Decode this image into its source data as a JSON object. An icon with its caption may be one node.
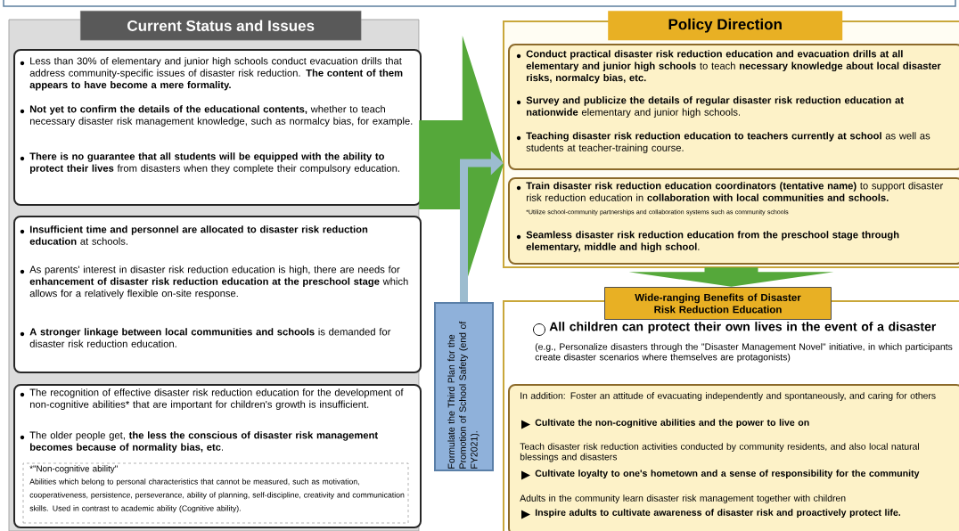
{
  "diagram": {
    "nodes": [
      {
        "text": [
          "Current Status and Issues"
        ]
      },
      {
        "text": [
          "Less than 30% of elementary and junior high schools conduct evacuation drills that address community-specific issues of disaster risk reduction. **The content of them appears to have become a mere formality.**",
          "**Not yet to confirm the details of the educational contents,** whether to teach necessary disaster risk management knowledge, such as normalcy bias, for example.",
          "**There is no guarantee that all students will be equipped with the ability to protect their lives** from disasters when they complete their compulsory education."
        ],
        "in": 0
      },
      {
        "text": [
          "**Insufficient time and personnel are allocated to disaster risk reduction education** at schools.",
          "As parents' interest in disaster risk reduction education is high, there are needs for **enhancement of disaster risk reduction education at the preschool stage** which allows for a relatively flexible on-site response.",
          "**A stronger linkage between local communities and schools** is demanded for disaster risk reduction education."
        ],
        "in": 0
      },
      {
        "text": [
          "The recognition of effective disaster risk reduction education for the development of non-cognitive abilities* that are important for children's growth is insufficient.",
          "The older people get, **the less the conscious of disaster risk management becomes because of normality bias, etc**."
        ],
        "in": 0
      },
      {
        "text": [
          "*\"Non-cognitive ability\"",
          "Abilities which belong to personal characteristics that cannot be measured, such as motivation, cooperativeness, persistence, perseverance, ability of planning, self-discipline, creativity and communication skills. Used in contrast to academic ability (Cognitive ability)."
        ],
        "in": 3
      },
      {
        "text": [
          "Policy Direction"
        ]
      },
      {
        "text": [
          "**Conduct practical disaster risk reduction education and evacuation drills at all elementary and junior high schools** to teach **necessary knowledge about local disaster risks, normalcy bias, etc.**",
          "**Survey and publicize the details of regular disaster risk reduction education at nationwide** elementary and junior high schools.",
          "**Teaching disaster risk reduction education to teachers currently at school** as well as students at teacher-training course."
        ],
        "in": 5
      },
      {
        "text": [
          "**Train disaster risk reduction education coordinators (tentative name)** to support disaster risk reduction education in **collaboration with local communities and schools.**",
          "*Utilize school-community partnerships and collaboration systems such as community schools",
          "**Seamless disaster risk reduction education from the preschool stage through elementary, middle and high school**."
        ],
        "in": 5
      },
      {
        "text": [
          "Wide-ranging Benefits of Disaster Risk Reduction Education",
          "All children can protect their own lives in the event of a disaster",
          "(e.g., Personalize disasters through the \"Disaster Management Novel\" initiative, in which participants create disaster scenarios where themselves are protagonists)"
        ]
      },
      {
        "text": [
          "In addition: Foster an attitude of evacuating independently and spontaneously, and caring for others",
          "Cultivate the non-cognitive abilities and the power to live on",
          "Teach disaster risk reduction activities conducted by community residents, and also local natural blessings and disasters",
          "Cultivate loyalty to one's hometown and a sense of responsibility for the community",
          "Adults in the community learn disaster risk management together with children",
          "Inspire adults to cultivate awareness of disaster risk and proactively protect life."
        ],
        "in": 8
      },
      {
        "text": [
          "Formulate the Third Plan for the Promotion of School Safety (end of FY2021)."
        ]
      }
    ],
    "edges": [
      {
        "from": 0,
        "to": 5,
        "arrow": "to"
      },
      {
        "from": 5,
        "to": 8,
        "arrow": "to"
      },
      {
        "from": 10,
        "to": 5,
        "arrow": "to",
        "color": "#9cbccf"
      }
    ]
  }
}
